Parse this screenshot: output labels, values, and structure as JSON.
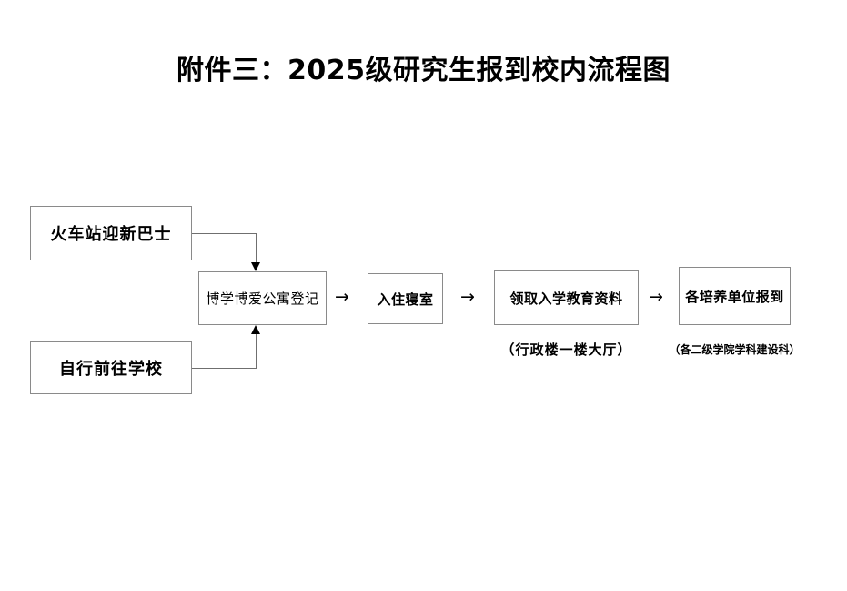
{
  "document": {
    "title": "附件三：2025级研究生报到校内流程图"
  },
  "flowchart": {
    "sources": [
      {
        "id": "bus",
        "label": "火车站迎新巴士"
      },
      {
        "id": "self",
        "label": "自行前往学校"
      }
    ],
    "steps": [
      {
        "id": "apartment",
        "label": "博学博爱公寓登记",
        "caption": ""
      },
      {
        "id": "dorm",
        "label": "入住寝室",
        "caption": ""
      },
      {
        "id": "materials",
        "label": "领取入学教育资料",
        "caption": "（行政楼一楼大厅）"
      },
      {
        "id": "report",
        "label": "各培养单位报到",
        "caption": "（各二级学院学科建设科）"
      }
    ],
    "arrows": {
      "inline_glyph": "→",
      "merge_note": "两条来源路径汇入“博学博爱公寓登记”"
    },
    "colors": {
      "page_background": "#ffffff",
      "box_border": "#8a8a8a",
      "connector_line": "#6f6f6f",
      "text": "#000000"
    }
  }
}
